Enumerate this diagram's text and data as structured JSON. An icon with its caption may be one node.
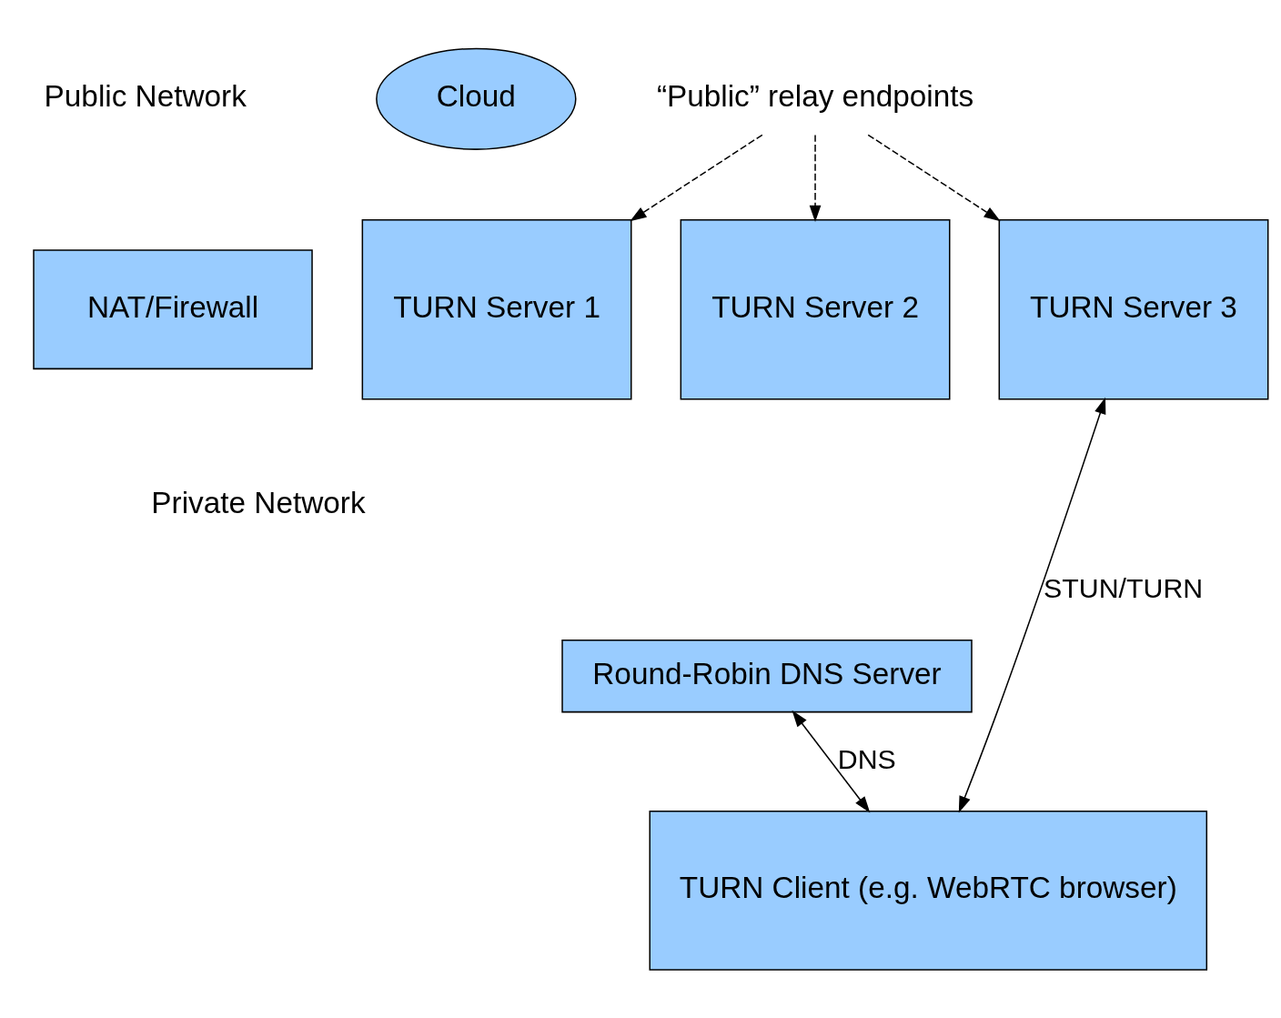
{
  "diagram": {
    "nodes": [
      {
        "text": [
          "Cloud"
        ]
      },
      {
        "text": [
          "NAT/Firewall"
        ]
      },
      {
        "text": [
          "TURN Server 1"
        ]
      },
      {
        "text": [
          "TURN Server 2"
        ]
      },
      {
        "text": [
          "TURN Server 3"
        ]
      },
      {
        "text": [
          "Round-Robin DNS Server"
        ]
      },
      {
        "text": [
          "TURN Client (e.g. WebRTC browser)"
        ]
      },
      {
        "text": [
          "“Public” relay endpoints"
        ]
      }
    ],
    "edges": [
      {
        "from": 7,
        "to": 2,
        "arrow": "to",
        "style": "dashed"
      },
      {
        "from": 7,
        "to": 3,
        "arrow": "to",
        "style": "dashed"
      },
      {
        "from": 7,
        "to": 4,
        "arrow": "to",
        "style": "dashed"
      },
      {
        "from": 4,
        "to": 6,
        "arrow": "both",
        "label": "STUN/TURN"
      },
      {
        "from": 5,
        "to": 6,
        "arrow": "both",
        "label": "DNS"
      }
    ],
    "labels": [
      "Public Network",
      "Private Network"
    ]
  }
}
